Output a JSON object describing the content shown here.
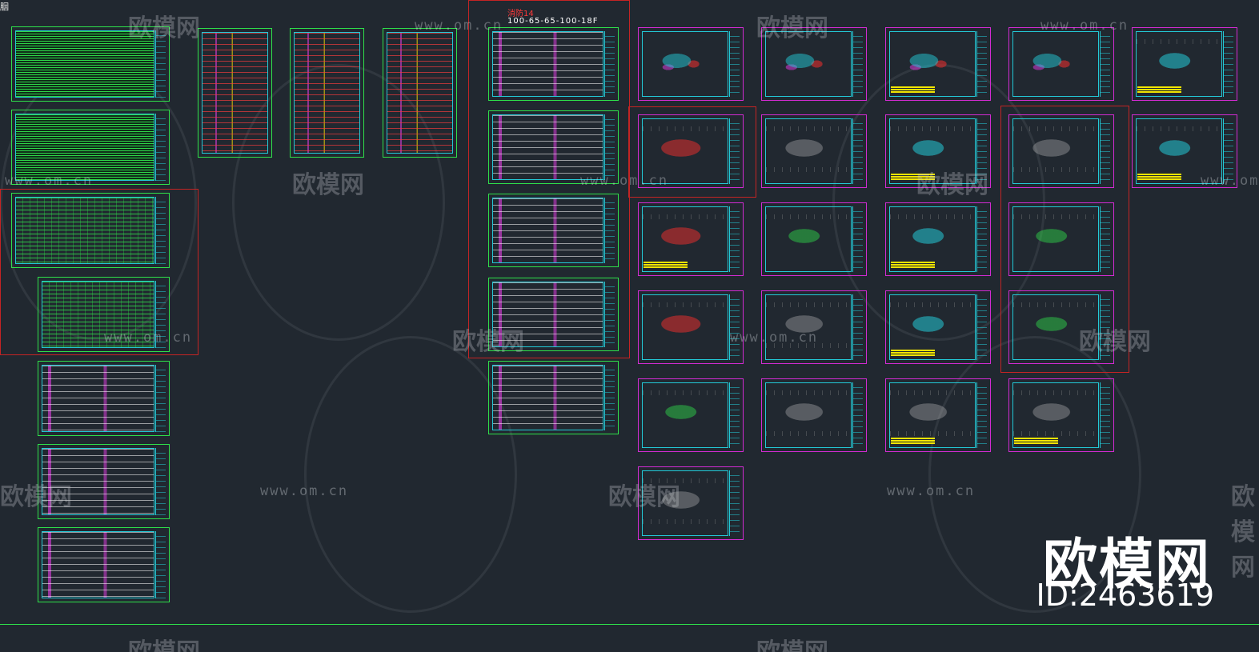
{
  "workspace": {
    "tab_label": "胭",
    "note_title": "消防14",
    "note_value": "100-65-65-100-18F"
  },
  "watermark": {
    "logo_text": "欧模网",
    "url_text": "www.om.cn",
    "brand_text": "欧模网",
    "id_text": "ID:2463619"
  },
  "colors": {
    "background": "#212830",
    "frame_green": "#2fe04a",
    "frame_cyan": "#23c9d6",
    "frame_magenta": "#d22bd2",
    "highlight_red": "#c42424",
    "note_yellow": "#f2e500"
  }
}
